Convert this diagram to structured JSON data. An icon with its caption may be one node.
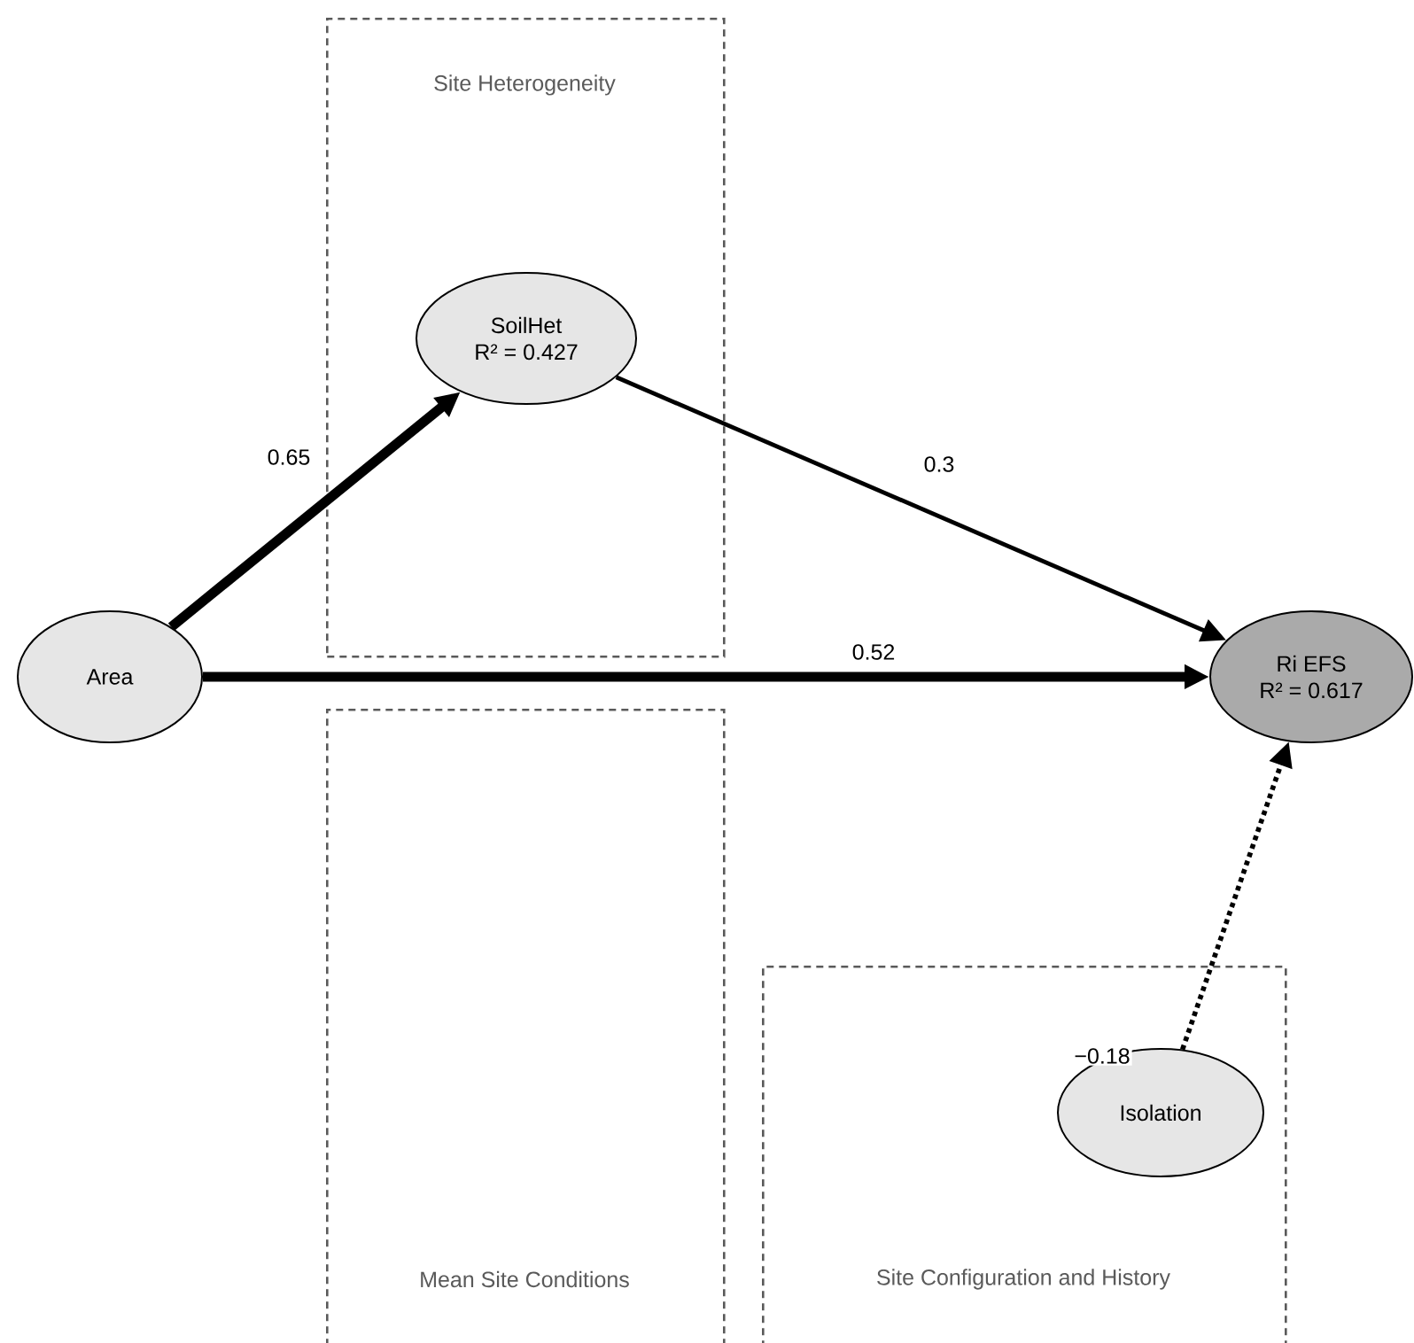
{
  "diagram": {
    "nodes": [
      {
        "text": [
          "Site Heterogeneity"
        ]
      },
      {
        "text": [
          "SoilHet",
          "R² = 0.427"
        ],
        "in": 0
      },
      {
        "text": [
          "Area"
        ]
      },
      {
        "text": [
          "Ri EFS",
          "R² = 0.617"
        ]
      },
      {
        "text": [
          "Mean Site Conditions"
        ]
      },
      {
        "text": [
          "Site Configuration and History"
        ]
      },
      {
        "text": [
          "Isolation"
        ],
        "in": 5
      }
    ],
    "edges": [
      {
        "from": 2,
        "to": 1,
        "arrow": "to",
        "label": "0.65",
        "style": "thick"
      },
      {
        "from": 1,
        "to": 3,
        "arrow": "to",
        "label": "0.3"
      },
      {
        "from": 2,
        "to": 3,
        "arrow": "to",
        "label": "0.52",
        "style": "thick"
      },
      {
        "from": 6,
        "to": 3,
        "arrow": "to",
        "label": "−0.18",
        "style": "dashed"
      }
    ]
  }
}
